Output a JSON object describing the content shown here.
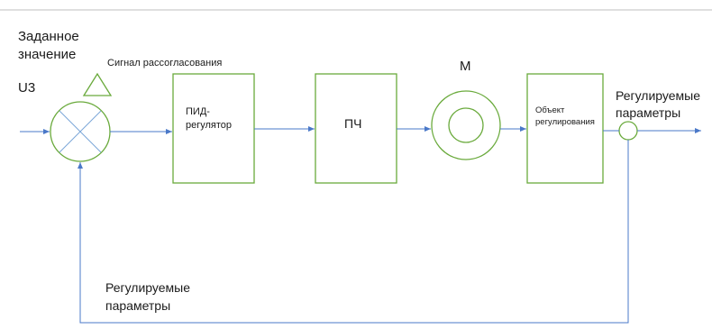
{
  "labels": {
    "setpoint_line1": "Заданное",
    "setpoint_line2": "значение",
    "setpoint_symbol": "U3",
    "error_signal": "Сигнал рассогласования",
    "motor": "М",
    "output_line1": "Регулируемые",
    "output_line2": "параметры",
    "feedback_line1": "Регулируемые",
    "feedback_line2": "параметры"
  },
  "blocks": {
    "pid_line1": "ПИД-",
    "pid_line2": "регулятор",
    "converter": "ПЧ",
    "object_line1": "Объект",
    "object_line2": "регулирования"
  },
  "colors": {
    "block_border": "#6aaa3c",
    "signal_line": "#4a78c8",
    "top_rule": "#bfbfbf"
  }
}
